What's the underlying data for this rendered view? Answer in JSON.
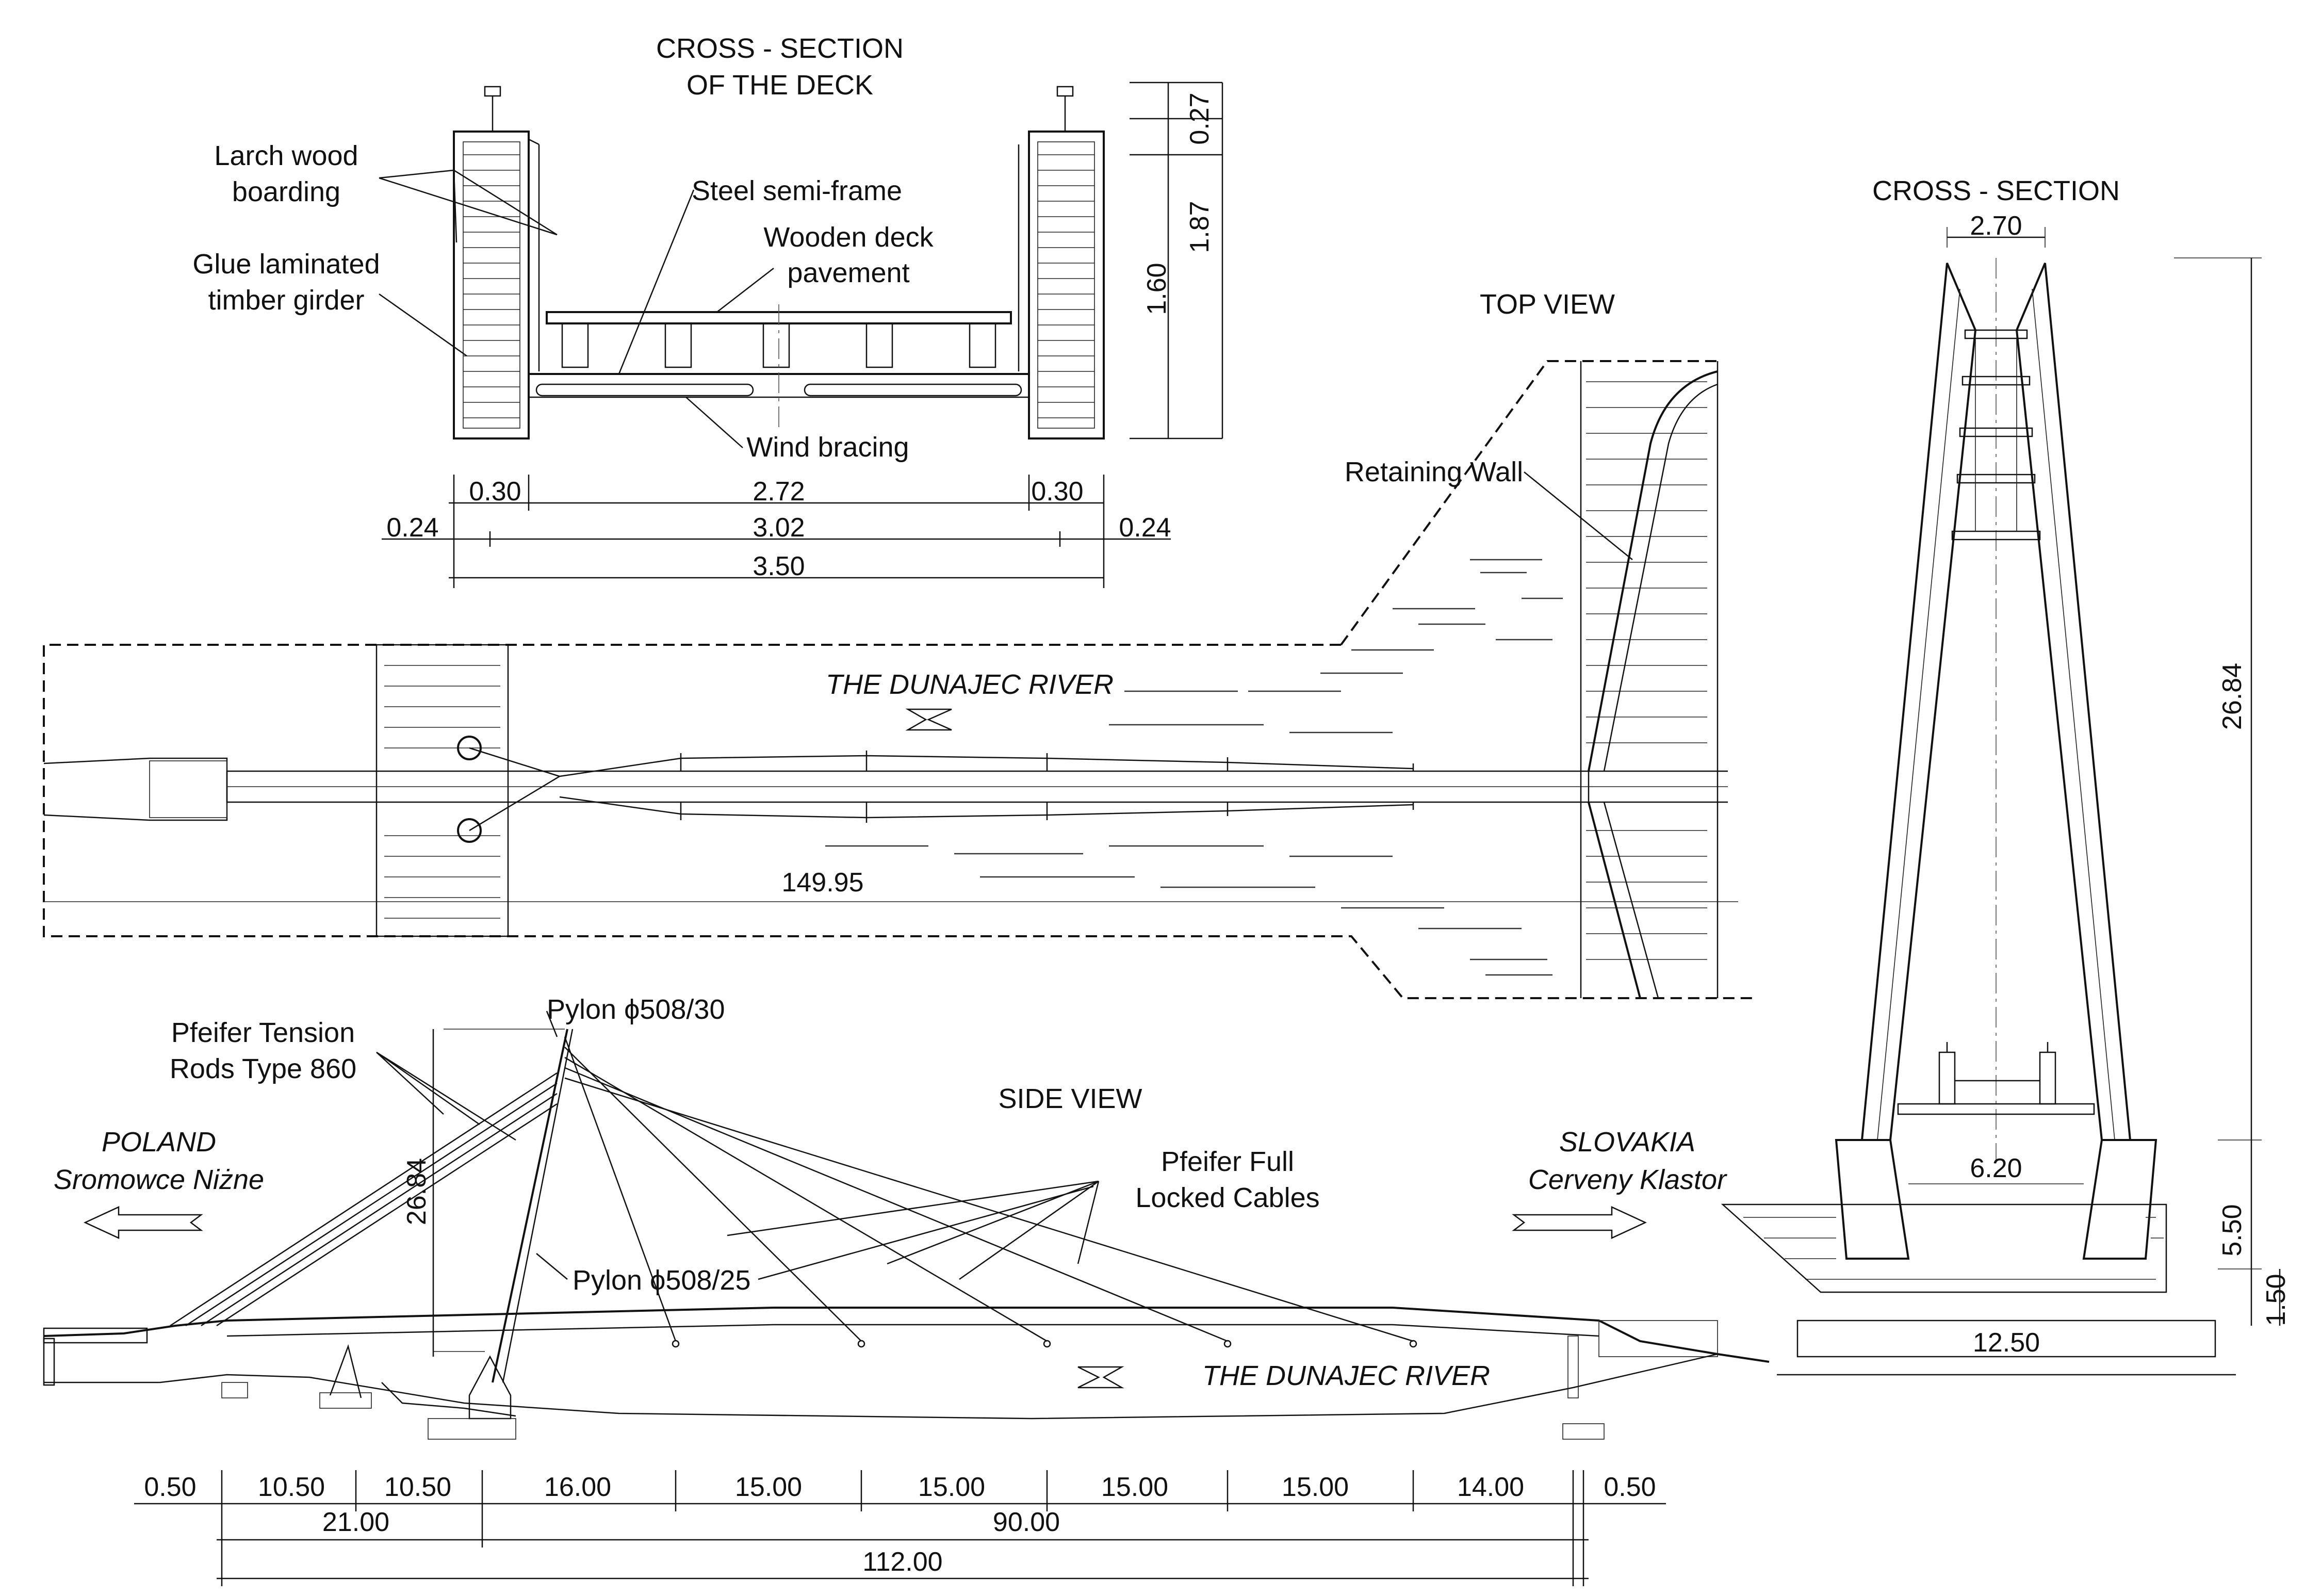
{
  "cross_section_deck": {
    "title_line1": "CROSS - SECTION",
    "title_line2": "OF THE DECK",
    "labels": {
      "larch_1": "Larch wood",
      "larch_2": "boarding",
      "glue_1": "Glue laminated",
      "glue_2": "timber girder",
      "steel": "Steel semi-frame",
      "deck_1": "Wooden deck",
      "deck_2": "pavement",
      "wind": "Wind bracing"
    },
    "dims": {
      "d027": "0.27",
      "d187": "1.87",
      "d160": "1.60",
      "d030a": "0.30",
      "d272": "2.72",
      "d030b": "0.30",
      "d024a": "0.24",
      "d302": "3.02",
      "d024b": "0.24",
      "d350": "3.50"
    }
  },
  "top_view": {
    "title": "TOP VIEW",
    "retaining_wall": "Retaining Wall",
    "river": "THE DUNAJEC RIVER",
    "length": "149.95"
  },
  "side_view": {
    "title": "SIDE VIEW",
    "pfeifer_rods_1": "Pfeifer Tension",
    "pfeifer_rods_2": "Rods Type 860",
    "pylon_top": "Pylon ϕ508/30",
    "pylon_bottom": "Pylon ϕ508/25",
    "pfeifer_cables_1": "Pfeifer Full",
    "pfeifer_cables_2": "Locked Cables",
    "poland_1": "POLAND",
    "poland_2": "Sromowce Niżne",
    "slovakia_1": "SLOVAKIA",
    "slovakia_2": "Cerveny Klastor",
    "river": "THE DUNAJEC RIVER",
    "height": "26.84",
    "spans": [
      "0.50",
      "10.50",
      "10.50",
      "16.00",
      "15.00",
      "15.00",
      "15.00",
      "15.00",
      "14.00",
      "0.50"
    ],
    "group_left": "21.00",
    "group_right": "90.00",
    "total": "112.00"
  },
  "cross_section_pylon": {
    "title": "CROSS - SECTION",
    "top_width": "2.70",
    "height": "26.84",
    "base_width": "6.20",
    "foundation_height": "5.50",
    "footing_height": "1.50",
    "footing_width": "12.50"
  }
}
